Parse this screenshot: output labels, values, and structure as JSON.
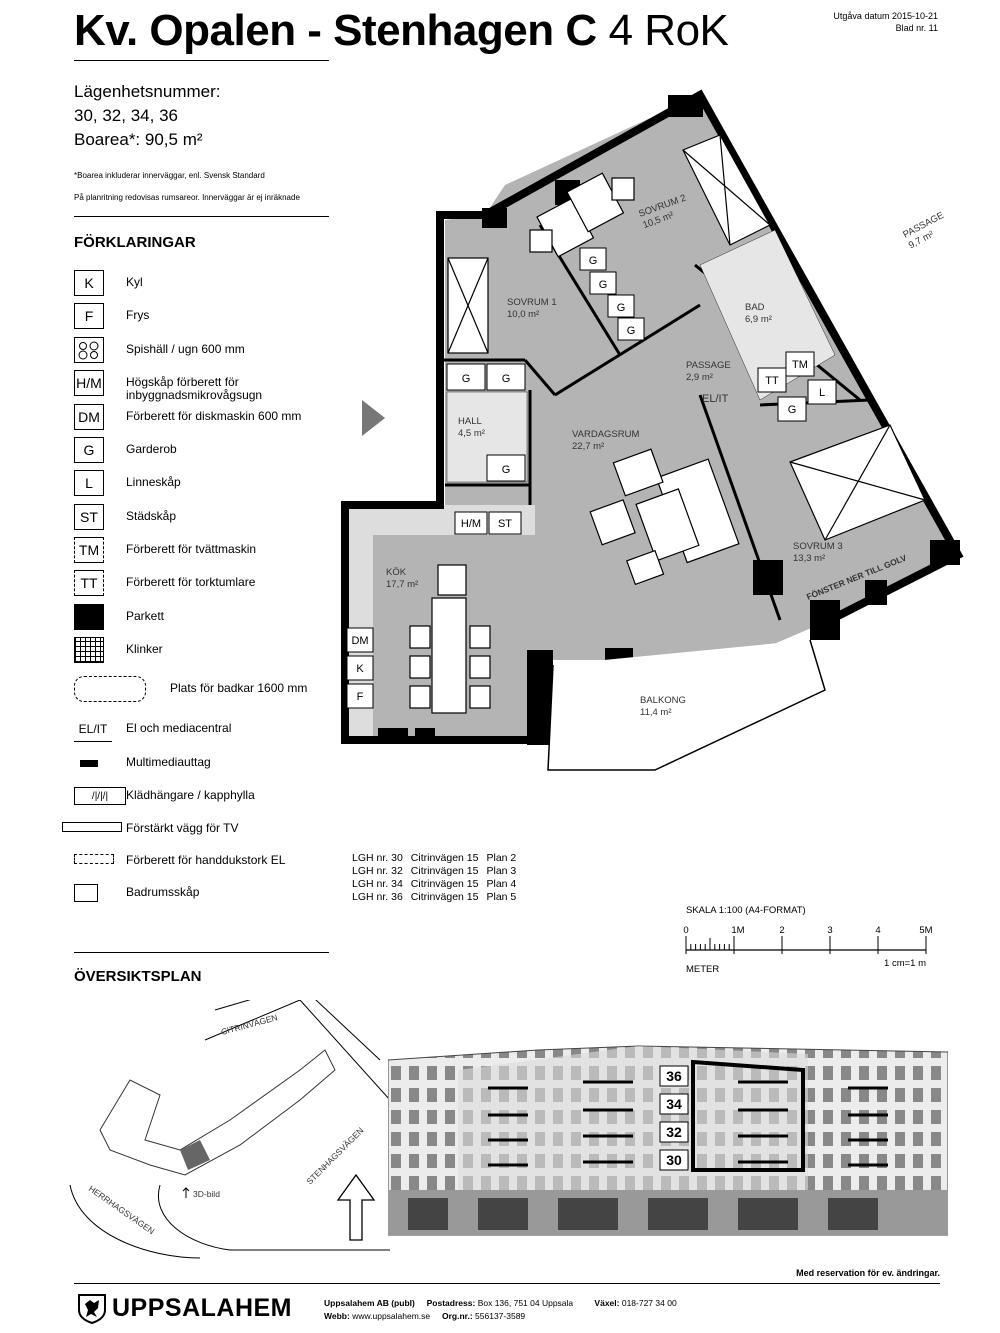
{
  "header": {
    "title": "Kv. Opalen - Stenhagen C",
    "rooms": "4 RoK",
    "issue_date": "Utgåva datum 2015-10-21",
    "sheet": "Blad nr. 11"
  },
  "info": {
    "apt_label": "Lägenhetsnummer:",
    "apt_numbers": "30, 32, 34, 36",
    "area": "Boarea*: 90,5 m²",
    "note1": "*Boarea inkluderar innerväggar, enl. Svensk Standard",
    "note2": "På planritning redovisas rumsareor. Innerväggar är ej inräknade"
  },
  "legend": {
    "heading": "FÖRKLARINGAR",
    "items": [
      {
        "sym": "K",
        "label": "Kyl"
      },
      {
        "sym": "F",
        "label": "Frys"
      },
      {
        "sym": "",
        "label": "Spishäll / ugn 600 mm"
      },
      {
        "sym": "H/M",
        "label": "Högskåp förberett för inbyggnadsmikrovågsugn"
      },
      {
        "sym": "DM",
        "label": "Förberett för diskmaskin 600 mm"
      },
      {
        "sym": "G",
        "label": "Garderob"
      },
      {
        "sym": "L",
        "label": "Linneskåp"
      },
      {
        "sym": "ST",
        "label": "Städskåp"
      },
      {
        "sym": "TM",
        "label": "Förberett för tvättmaskin"
      },
      {
        "sym": "TT",
        "label": "Förberett för torktumlare"
      },
      {
        "sym": "",
        "label": "Parkett"
      },
      {
        "sym": "",
        "label": "Klinker"
      },
      {
        "sym": "",
        "label": "Plats för badkar 1600 mm"
      },
      {
        "sym": "EL/IT",
        "label": "El och mediacentral"
      },
      {
        "sym": "",
        "label": "Multimediauttag"
      },
      {
        "sym": "",
        "label": "Klädhängare / kapphylla"
      },
      {
        "sym": "",
        "label": "Förstärkt vägg för TV"
      },
      {
        "sym": "",
        "label": "Förberett för handdukstork EL"
      },
      {
        "sym": "",
        "label": "Badrumsskåp"
      }
    ]
  },
  "plan": {
    "rooms": [
      {
        "name": "SOVRUM 2",
        "area": "10,5 m²"
      },
      {
        "name": "SOVRUM 1",
        "area": "10,0 m²"
      },
      {
        "name": "BAD",
        "area": "6,9 m²"
      },
      {
        "name": "PASSAGE",
        "area": "2,9 m²"
      },
      {
        "name": "HALL",
        "area": "4,5 m²"
      },
      {
        "name": "VARDAGSRUM",
        "area": "22,7 m²"
      },
      {
        "name": "SOVRUM 3",
        "area": "13,3 m²"
      },
      {
        "name": "KÖK",
        "area": "17,7 m²"
      },
      {
        "name": "BALKONG",
        "area": "11,4 m²"
      },
      {
        "name": "PASSAGE",
        "area": "9,7 m²"
      }
    ],
    "window_note": "FÖNSTER NER TILL GOLV",
    "el_it": "EL/IT"
  },
  "lgh_table": [
    {
      "apt": "LGH nr. 30",
      "street": "Citrinvägen 15",
      "floor": "Plan 2"
    },
    {
      "apt": "LGH nr. 32",
      "street": "Citrinvägen 15",
      "floor": "Plan 3"
    },
    {
      "apt": "LGH nr. 34",
      "street": "Citrinvägen 15",
      "floor": "Plan 4"
    },
    {
      "apt": "LGH nr. 36",
      "street": "Citrinvägen 15",
      "floor": "Plan 5"
    }
  ],
  "scale": {
    "title": "SKALA 1:100 (A4-FORMAT)",
    "ticks": [
      "0",
      "1M",
      "2",
      "3",
      "4",
      "5M"
    ],
    "unit": "METER",
    "ratio": "1 cm=1 m"
  },
  "overview": {
    "heading": "ÖVERSIKTSPLAN",
    "streets": [
      "CITRINVÄGEN",
      "STENHAGSVÄGEN",
      "HERRHAGSVÄGEN"
    ],
    "view_label": "3D-bild",
    "floor_tags": [
      "36",
      "34",
      "32",
      "30"
    ]
  },
  "footer": {
    "reservation": "Med reservation för ev. ändringar.",
    "brand": "UPPSALAHEM",
    "company": "Uppsalahem AB (publ)",
    "web_label": "Webb:",
    "web": "www.uppsalahem.se",
    "post_label": "Postadress:",
    "post": "Box 136, 751 04 Uppsala",
    "org_label": "Org.nr.:",
    "org": "556137-3589",
    "phone_label": "Växel:",
    "phone": "018-727 34 00"
  },
  "colors": {
    "floor": "#b4b4b4",
    "wall": "#000000"
  }
}
